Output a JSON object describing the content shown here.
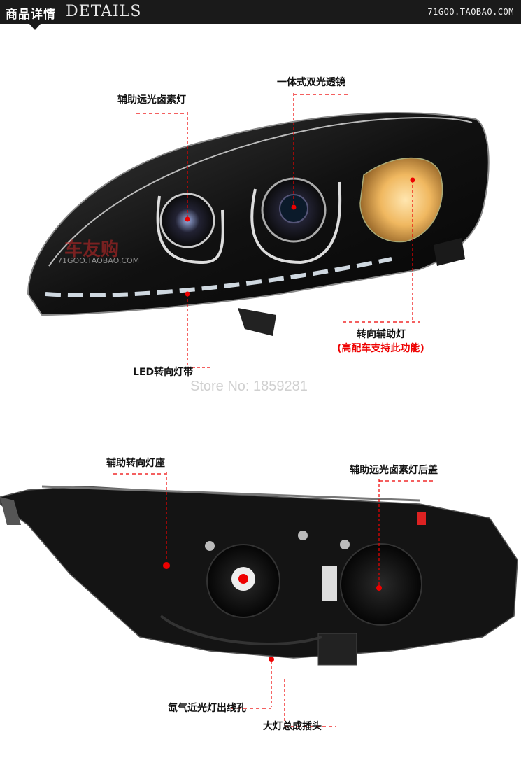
{
  "header": {
    "title_cn": "商品详情",
    "title_en": "DETAILS",
    "site": "71GOO.TAOBAO.COM"
  },
  "watermark": {
    "brand": "车友购",
    "site": "71GOO.TAOBAO.COM"
  },
  "store": "Store No: 1859281",
  "labels_front": {
    "aux_halogen": "辅助远光卤素灯",
    "bi_xenon_lens": "一体式双光透镜",
    "turn_aux": "转向辅助灯",
    "high_config_note": "(高配车支持此功能)",
    "led_strip": "LED转向灯带"
  },
  "labels_back": {
    "turn_socket": "辅助转向灯座",
    "halogen_cover": "辅助远光卤素灯后盖",
    "xenon_hole": "氙气近光灯出线孔",
    "main_plug": "大灯总成插头"
  },
  "colors": {
    "leader": "#e00000",
    "header_bg": "#1a1a1a"
  }
}
